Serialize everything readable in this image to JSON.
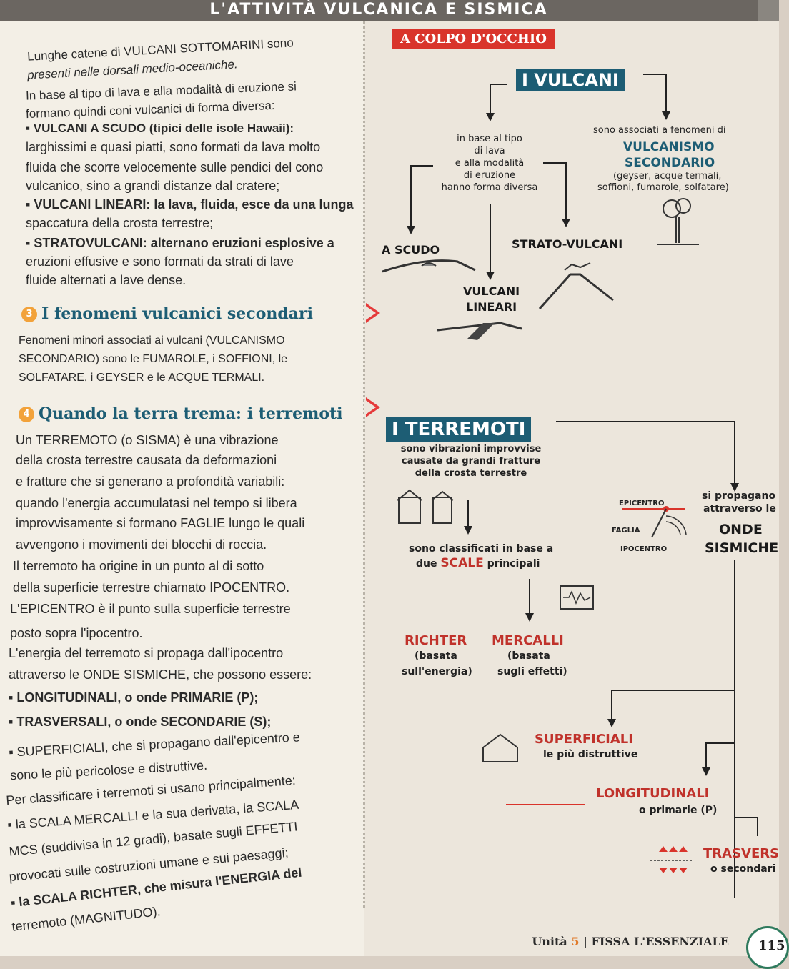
{
  "header": {
    "title": "L'ATTIVITÀ VULCANICA E SISMICA"
  },
  "left": {
    "intro": [
      "Lunghe catene di VULCANI SOTTOMARINI sono",
      "presenti nelle dorsali medio-oceaniche.",
      "In base al tipo di lava e alla modalità di eruzione si",
      "formano quindi coni vulcanici di forma diversa:",
      "▪ VULCANI A SCUDO (tipici delle isole Hawaii):",
      "larghissimi e quasi piatti, sono formati da lava molto",
      "fluida che scorre velocemente sulle pendici del cono",
      "vulcanico, sino a grandi distanze dal cratere;",
      "▪ VULCANI LINEARI: la lava, fluida, esce da una lunga",
      "spaccatura della crosta terrestre;",
      "▪ STRATOVULCANI: alternano eruzioni esplosive a",
      "eruzioni effusive e sono formati da strati di lave",
      "fluide alternati a lave dense."
    ],
    "section3": {
      "number": "3",
      "title": "I fenomeni vulcanici secondari",
      "lines": [
        "Fenomeni minori associati ai vulcani (VULCANISMO",
        "SECONDARIO) sono le FUMAROLE, i SOFFIONI, le",
        "SOLFATARE, i GEYSER e le ACQUE TERMALI."
      ]
    },
    "section4": {
      "number": "4",
      "title": "Quando la terra trema: i terremoti",
      "lines": [
        "Un TERREMOTO (o SISMA) è una vibrazione",
        "della crosta terrestre causata da deformazioni",
        "e fratture che si generano a profondità variabili:",
        "quando l'energia accumulatasi nel tempo si libera",
        "improvvisamente si formano FAGLIE lungo le quali",
        "avvengono i movimenti dei blocchi di roccia.",
        "Il terremoto ha origine in un punto al di sotto",
        "della superficie terrestre chiamato IPOCENTRO.",
        "L'EPICENTRO è il punto sulla superficie terrestre",
        "posto sopra l'ipocentro.",
        "L'energia del terremoto si propaga dall'ipocentro",
        "attraverso le ONDE SISMICHE, che possono essere:",
        "▪ LONGITUDINALI, o onde PRIMARIE (P);",
        "▪ TRASVERSALI, o onde SECONDARIE (S);",
        "▪ SUPERFICIALI, che si propagano dall'epicentro e",
        "sono le più pericolose e distruttive.",
        "Per classificare i terremoti si usano principalmente:",
        "▪ la SCALA MERCALLI e la sua derivata, la SCALA",
        "MCS (suddivisa in 12 gradi), basate sugli EFFETTI",
        "provocati sulle costruzioni umane e sui paesaggi;",
        "▪ la SCALA RICHTER, che misura l'ENERGIA del",
        "terremoto (MAGNITUDO)."
      ]
    }
  },
  "diagram": {
    "badge": "A COLPO D'OCCHIO",
    "volcanoes": {
      "title": "I VULCANI",
      "by_type": [
        "in base al tipo",
        "di lava",
        "e alla modalità",
        "di eruzione",
        "hanno forma diversa"
      ],
      "secondary_intro": "sono associati a fenomeni di",
      "secondary_title_1": "VULCANISMO",
      "secondary_title_2": "SECONDARIO",
      "secondary_detail_1": "(geyser, acque termali,",
      "secondary_detail_2": "soffioni, fumarole, solfatare)",
      "shield": "A SCUDO",
      "strato": "STRATO-VULCANI",
      "linear_1": "VULCANI",
      "linear_2": "LINEARI"
    },
    "quakes": {
      "title": "I TERREMOTI",
      "def": [
        "sono vibrazioni improvvise",
        "causate da grandi fratture",
        "della crosta terrestre"
      ],
      "propagate_1": "si propagano",
      "propagate_2": "attraverso le",
      "waves_1": "ONDE",
      "waves_2": "SISMICHE",
      "epicentro": "EPICENTRO",
      "faglia": "FAGLIA",
      "ipocentro": "IPOCENTRO",
      "scales_1": "sono classificati in base a",
      "scales_2a": "due",
      "scales_2b": "SCALE",
      "scales_2c": "principali",
      "richter": "RICHTER",
      "richter_d1": "(basata",
      "richter_d2": "sull'energia)",
      "mercalli": "MERCALLI",
      "mercalli_d1": "(basata",
      "mercalli_d2": "sugli effetti)",
      "surface": "SUPERFICIALI",
      "surface_d": "le più distruttive",
      "long": "LONGITUDINALI",
      "long_d": "o primarie (P)",
      "trans": "TRASVERS",
      "trans_d": "o secondari"
    }
  },
  "footer": {
    "unit": "Unità",
    "unit_num": "5",
    "sep": "|",
    "section": "FISSA L'ESSENZIALE",
    "page": "115"
  },
  "colors": {
    "teal": "#1d5d74",
    "red": "#d9342b",
    "orange": "#f2a23a"
  }
}
